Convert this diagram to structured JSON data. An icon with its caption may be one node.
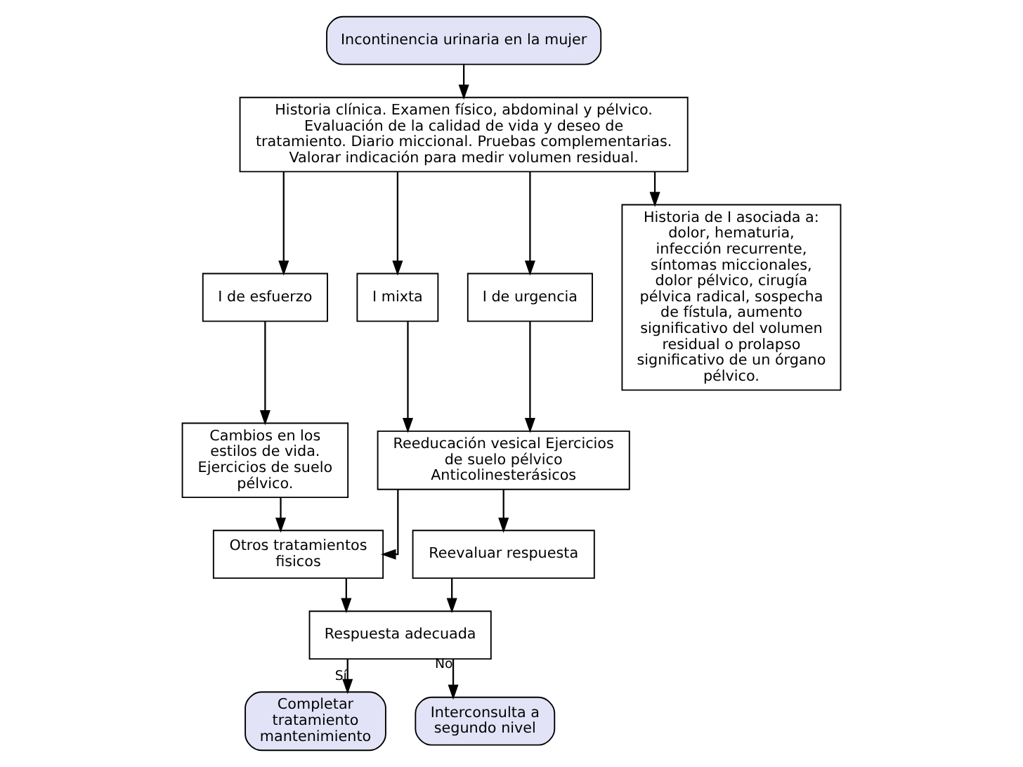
{
  "diagram": {
    "nodes": [
      {
        "text": [
          "Incontinencia urinaria en la mujer"
        ]
      },
      {
        "text": [
          "Historia clínica. Examen físico, abdominal y pélvico. Evaluación de la calidad de vida y deseo de tratamiento. Diario miccional. Pruebas complementarias. Valorar indicación para medir volumen residual."
        ]
      },
      {
        "text": [
          "I de esfuerzo"
        ]
      },
      {
        "text": [
          "I mixta"
        ]
      },
      {
        "text": [
          "I de urgencia"
        ]
      },
      {
        "text": [
          "Historia de I asociada a: dolor, hematuria, infección recurrente, síntomas miccionales, dolor pélvico, cirugía pélvica radical, sospecha de fístula, aumento significativo del volumen residual o prolapso significativo de un órgano pélvico."
        ]
      },
      {
        "text": [
          "Cambios en los estilos de vida. Ejercicios de suelo pélvico."
        ]
      },
      {
        "text": [
          "Reeducación vesical Ejercicios de suelo pélvico Anticolinesterásicos"
        ]
      },
      {
        "text": [
          "Otros tratamientos fisicos"
        ]
      },
      {
        "text": [
          "Reevaluar respuesta"
        ]
      },
      {
        "text": [
          "Respuesta adecuada"
        ]
      },
      {
        "text": [
          "Completar tratamiento mantenimiento"
        ]
      },
      {
        "text": [
          "Interconsulta a segundo nivel"
        ]
      }
    ],
    "edges": [
      {
        "from": 0,
        "to": 1,
        "arrow": "to"
      },
      {
        "from": 1,
        "to": 2,
        "arrow": "to"
      },
      {
        "from": 1,
        "to": 3,
        "arrow": "to"
      },
      {
        "from": 1,
        "to": 4,
        "arrow": "to"
      },
      {
        "from": 1,
        "to": 5,
        "arrow": "to"
      },
      {
        "from": 2,
        "to": 6,
        "arrow": "to"
      },
      {
        "from": 3,
        "to": 7,
        "arrow": "to"
      },
      {
        "from": 4,
        "to": 7,
        "arrow": "to"
      },
      {
        "from": 6,
        "to": 8,
        "arrow": "to"
      },
      {
        "from": 7,
        "to": 8,
        "arrow": "to"
      },
      {
        "from": 7,
        "to": 9,
        "arrow": "to"
      },
      {
        "from": 8,
        "to": 10,
        "arrow": "to"
      },
      {
        "from": 9,
        "to": 10,
        "arrow": "to"
      },
      {
        "from": 10,
        "to": 11,
        "arrow": "to",
        "label": "Sí"
      },
      {
        "from": 10,
        "to": 12,
        "arrow": "to",
        "label": "No"
      }
    ]
  }
}
